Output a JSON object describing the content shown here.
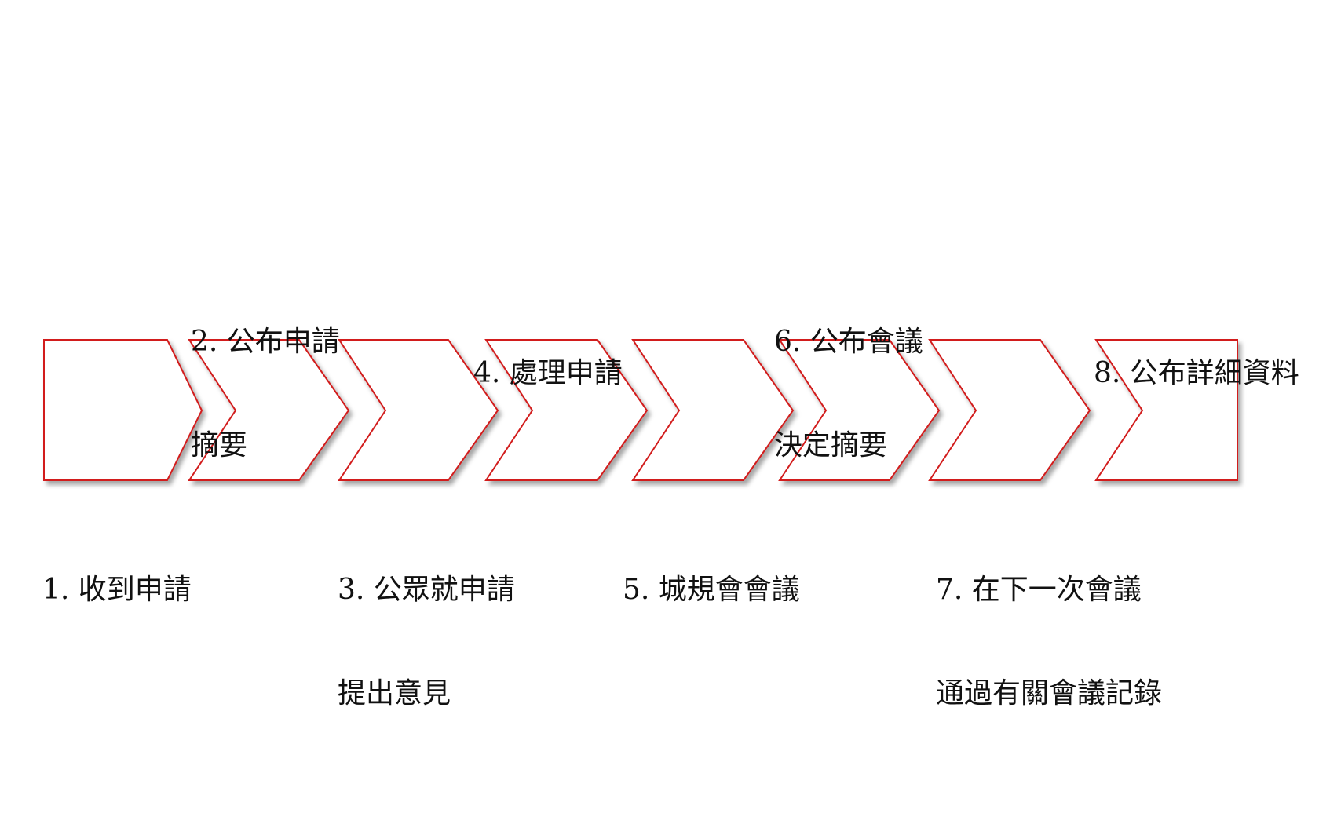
{
  "diagram": {
    "stroke_color": "#d21f1f",
    "fill_color": "#ffffff",
    "steps": [
      {
        "id": "1",
        "lines": [
          "1. 收到申請"
        ],
        "position": "below"
      },
      {
        "id": "2",
        "lines": [
          "2. 公布申請",
          "摘要"
        ],
        "position": "above"
      },
      {
        "id": "3",
        "lines": [
          "3. 公眾就申請",
          "提出意見"
        ],
        "position": "below"
      },
      {
        "id": "4",
        "lines": [
          "4. 處理申請"
        ],
        "position": "above"
      },
      {
        "id": "5",
        "lines": [
          "5. 城規會會議"
        ],
        "position": "below"
      },
      {
        "id": "6",
        "lines": [
          "6. 公布會議",
          "決定摘要"
        ],
        "position": "above"
      },
      {
        "id": "7",
        "lines": [
          "7. 在下一次會議",
          "通過有關會議記錄"
        ],
        "position": "below"
      },
      {
        "id": "8",
        "lines": [
          "8. 公布詳細資料"
        ],
        "position": "above"
      }
    ]
  }
}
